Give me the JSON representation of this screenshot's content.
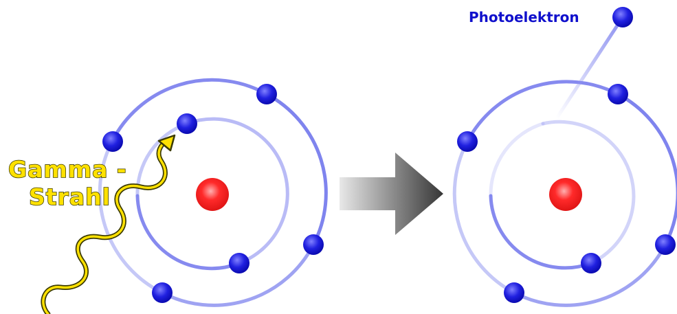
{
  "labels": {
    "gamma_line1": "Gamma -",
    "gamma_line2": "Strahl",
    "photoelectron": "Photoelektron"
  },
  "colors": {
    "orbit": "#7f84ee",
    "electron": "#1515d8",
    "electron_highlight": "#7a7aff",
    "nucleus": "#ee1111",
    "nucleus_highlight": "#ff9a9a",
    "gamma_fill": "#ffe100",
    "gamma_outline": "#3b3b00",
    "photoelectron_text": "#1010cc",
    "arrow_light": "#e6e6e6",
    "arrow_dark": "#3a3a3a"
  }
}
